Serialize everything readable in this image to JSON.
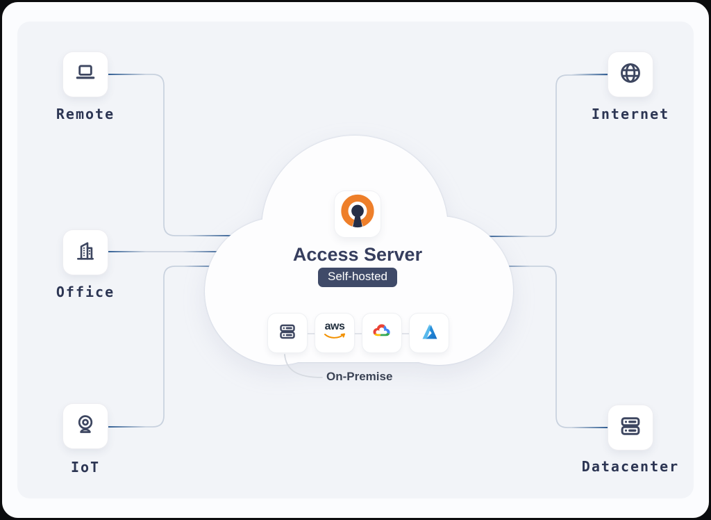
{
  "cloud": {
    "title": "Access Server",
    "badge": "Self-hosted",
    "caption": "On-Premise",
    "logo": "openvpn-logo",
    "providers": [
      {
        "name": "on-premise-server",
        "icon": "server-rack-icon"
      },
      {
        "name": "aws",
        "icon": "aws-logo",
        "text": "aws"
      },
      {
        "name": "google-cloud",
        "icon": "google-cloud-logo"
      },
      {
        "name": "azure",
        "icon": "azure-logo"
      }
    ]
  },
  "nodes": {
    "left": [
      {
        "label": "Remote",
        "icon": "laptop-icon"
      },
      {
        "label": "Office",
        "icon": "office-building-icon"
      },
      {
        "label": "IoT",
        "icon": "webcam-icon"
      }
    ],
    "right": [
      {
        "label": "Internet",
        "icon": "globe-icon"
      },
      {
        "label": "Datacenter",
        "icon": "server-stack-icon"
      }
    ]
  },
  "colors": {
    "panel_bg": "#f2f4f8",
    "margin_bg": "#fbfcfe",
    "label_navy": "#2c3553",
    "icon_navy": "#3d4660",
    "line_gray": "#c8d1de",
    "line_blue": "#2f5d93",
    "badge_bg": "#3f4a68",
    "title_color": "#363e5e",
    "openvpn_orange": "#ee7f2a",
    "aws_smile_orange": "#f29100",
    "azure_blue": "#1d7fd0"
  }
}
